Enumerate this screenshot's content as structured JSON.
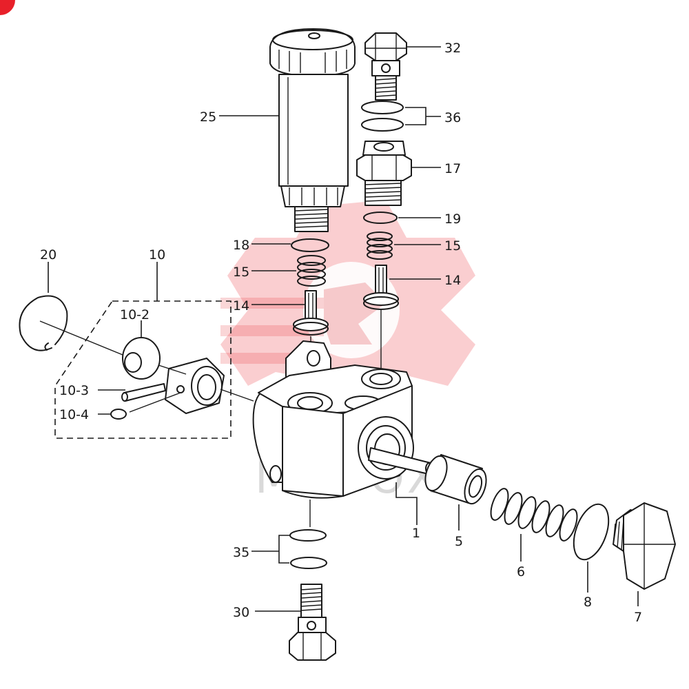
{
  "diagram": {
    "watermark_text": "MHTOX",
    "brand_color": "#e8202a",
    "callouts": [
      {
        "label": "32"
      },
      {
        "label": "36"
      },
      {
        "label": "17"
      },
      {
        "label": "19"
      },
      {
        "label": "15"
      },
      {
        "label": "14"
      },
      {
        "label": "25"
      },
      {
        "label": "18"
      },
      {
        "label": "15"
      },
      {
        "label": "14"
      },
      {
        "label": "20"
      },
      {
        "label": "10"
      },
      {
        "label": "10-2"
      },
      {
        "label": "10-3"
      },
      {
        "label": "10-4"
      },
      {
        "label": "1"
      },
      {
        "label": "5"
      },
      {
        "label": "6"
      },
      {
        "label": "8"
      },
      {
        "label": "7"
      },
      {
        "label": "35"
      },
      {
        "label": "30"
      }
    ]
  }
}
